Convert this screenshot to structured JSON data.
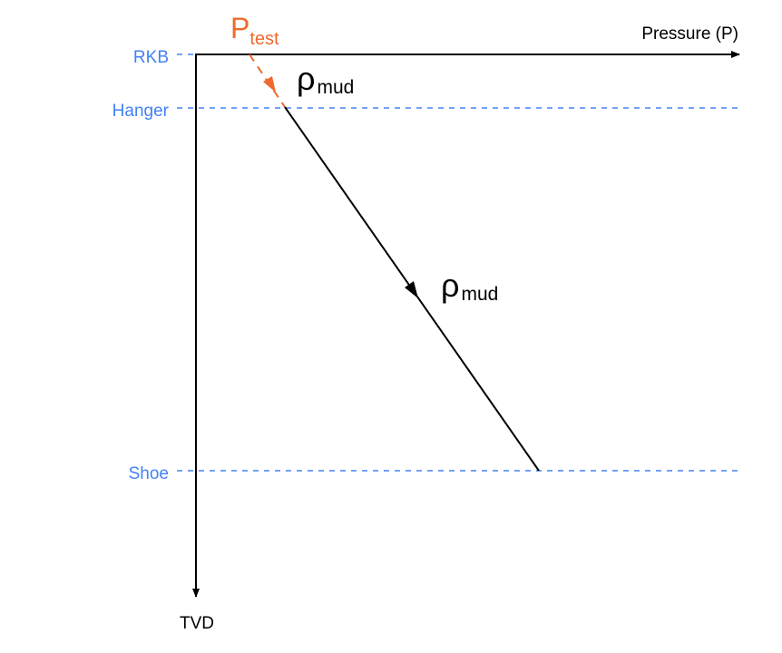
{
  "axes": {
    "x_label": "Pressure (P)",
    "y_label": "TVD"
  },
  "depth_levels": [
    {
      "label": "RKB"
    },
    {
      "label": "Hanger"
    },
    {
      "label": "Shoe"
    }
  ],
  "annotations": {
    "p_test_main": "P",
    "p_test_sub": "test",
    "rho_upper_main": "ρ",
    "rho_upper_sub": "mud",
    "rho_lower_main": "ρ",
    "rho_lower_sub": "mud"
  },
  "colors": {
    "level": "#4382f5",
    "test": "#ee6a2e",
    "line": "#000000"
  }
}
